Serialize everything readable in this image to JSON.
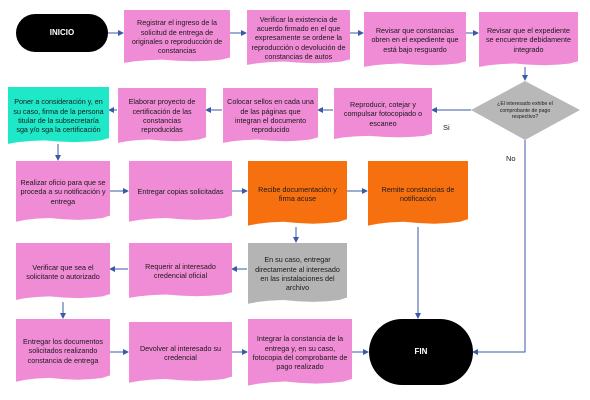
{
  "terminals": {
    "start": "INICIO",
    "end": "FIN"
  },
  "steps": {
    "registrar": "Registrar el ingreso de la solicitud de entrega de originales o reproducción de constancias",
    "verificar_existencia": "Verificar la existencia de acuerdo firmado en el que expresamente se ordene la reproducción o devolución de constancias de autos",
    "revisar_constancias": "Revisar que constancias obren en el expediente que está bajo resguardo",
    "revisar_expediente": "Revisar que el expediente se encuentre debidamente integrado",
    "reproducir": "Reproducir, cotejar y compulsar fotocopiado o escaneo",
    "colocar_sellos": "Colocar sellos en cada una de las páginas que integran el documento reproducido",
    "elaborar_proyecto": "Elaborar proyecto de certificación de las constancias reproducidas",
    "poner_consideracion": "Poner a consideración y, en su caso, firma de la persona titular de la subsecretaría sga y/o sga la certificación",
    "realizar_oficio": "Realizar oficio para que se proceda a su notificación y entrega",
    "entregar_copias": "Entregar copias solicitadas",
    "recibe_documentacion": "Recibe documentación y firma acuse",
    "remite_constancias": "Remite constancias de notificación",
    "en_su_caso_entregar": "En su caso, entregar directamente al interesado en las instalaciones del archivo",
    "requerir_credencial": "Requerir al interesado credencial oficial",
    "verificar_solicitante": "Verificar que sea el solicitante o autorizado",
    "entregar_documentos": "Entregar los documentos solicitados realizando constancia de entrega",
    "devolver_credencial": "Devolver al interesado su credencial",
    "integrar_constancia": "Integrar la constancia de la entrega y, en su caso, fotocopia del comprobante de pago realizado"
  },
  "decision": {
    "question": "¿El interesado exhibe el comprobante de pago respectivo?",
    "yes_label": "Si",
    "no_label": "No"
  },
  "colors": {
    "process": "#f08bd6",
    "external": "#f7700f",
    "alternate": "#b4b4b4",
    "approval": "#1ee8c8",
    "decision": "#b8b8b8",
    "terminal": "#000000",
    "connector": "#3a5aa8"
  }
}
